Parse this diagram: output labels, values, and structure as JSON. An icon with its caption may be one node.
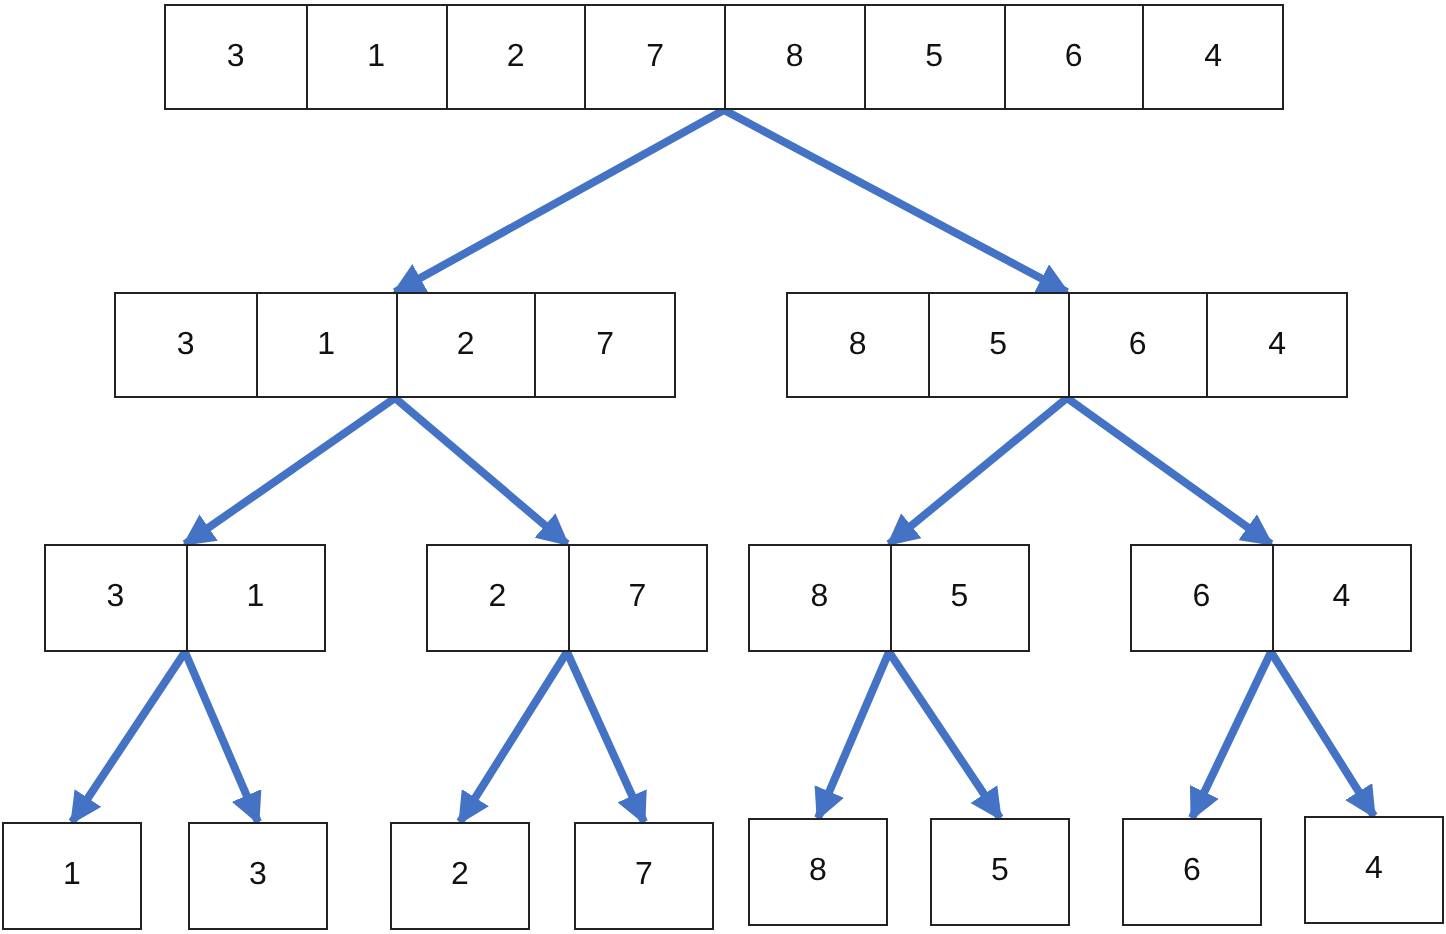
{
  "diagram": {
    "nodes": [
      {
        "text": [],
        "shape": "box"
      },
      {
        "text": [
          "3"
        ],
        "in": 0
      },
      {
        "text": [
          "1"
        ],
        "in": 0
      },
      {
        "text": [
          "2"
        ],
        "in": 0
      },
      {
        "text": [
          "7"
        ],
        "in": 0
      },
      {
        "text": [
          "8"
        ],
        "in": 0
      },
      {
        "text": [
          "5"
        ],
        "in": 0
      },
      {
        "text": [
          "6"
        ],
        "in": 0
      },
      {
        "text": [
          "4"
        ],
        "in": 0
      },
      {
        "text": [],
        "shape": "box"
      },
      {
        "text": [
          "3"
        ],
        "in": 9
      },
      {
        "text": [
          "1"
        ],
        "in": 9
      },
      {
        "text": [
          "2"
        ],
        "in": 9
      },
      {
        "text": [
          "7"
        ],
        "in": 9
      },
      {
        "text": [],
        "shape": "box"
      },
      {
        "text": [
          "8"
        ],
        "in": 14
      },
      {
        "text": [
          "5"
        ],
        "in": 14
      },
      {
        "text": [
          "6"
        ],
        "in": 14
      },
      {
        "text": [
          "4"
        ],
        "in": 14
      },
      {
        "text": [],
        "shape": "box"
      },
      {
        "text": [
          "3"
        ],
        "in": 19
      },
      {
        "text": [
          "1"
        ],
        "in": 19
      },
      {
        "text": [],
        "shape": "box"
      },
      {
        "text": [
          "2"
        ],
        "in": 22
      },
      {
        "text": [
          "7"
        ],
        "in": 22
      },
      {
        "text": [],
        "shape": "box"
      },
      {
        "text": [
          "8"
        ],
        "in": 25
      },
      {
        "text": [
          "5"
        ],
        "in": 25
      },
      {
        "text": [],
        "shape": "box"
      },
      {
        "text": [
          "6"
        ],
        "in": 28
      },
      {
        "text": [
          "4"
        ],
        "in": 28
      },
      {
        "text": [
          "1"
        ]
      },
      {
        "text": [
          "3"
        ]
      },
      {
        "text": [
          "2"
        ]
      },
      {
        "text": [
          "7"
        ]
      },
      {
        "text": [
          "8"
        ]
      },
      {
        "text": [
          "5"
        ]
      },
      {
        "text": [
          "6"
        ]
      },
      {
        "text": [
          "4"
        ]
      }
    ],
    "edges": [
      {
        "from": 0,
        "to": 9,
        "arrow": "to"
      },
      {
        "from": 0,
        "to": 14,
        "arrow": "to"
      },
      {
        "from": 9,
        "to": 19,
        "arrow": "to"
      },
      {
        "from": 9,
        "to": 22,
        "arrow": "to"
      },
      {
        "from": 14,
        "to": 25,
        "arrow": "to"
      },
      {
        "from": 14,
        "to": 28,
        "arrow": "to"
      },
      {
        "from": 19,
        "to": 31,
        "arrow": "to"
      },
      {
        "from": 19,
        "to": 32,
        "arrow": "to"
      },
      {
        "from": 22,
        "to": 33,
        "arrow": "to"
      },
      {
        "from": 22,
        "to": 34,
        "arrow": "to"
      },
      {
        "from": 25,
        "to": 35,
        "arrow": "to"
      },
      {
        "from": 25,
        "to": 36,
        "arrow": "to"
      },
      {
        "from": 28,
        "to": 37,
        "arrow": "to"
      },
      {
        "from": 28,
        "to": 38,
        "arrow": "to"
      }
    ]
  }
}
